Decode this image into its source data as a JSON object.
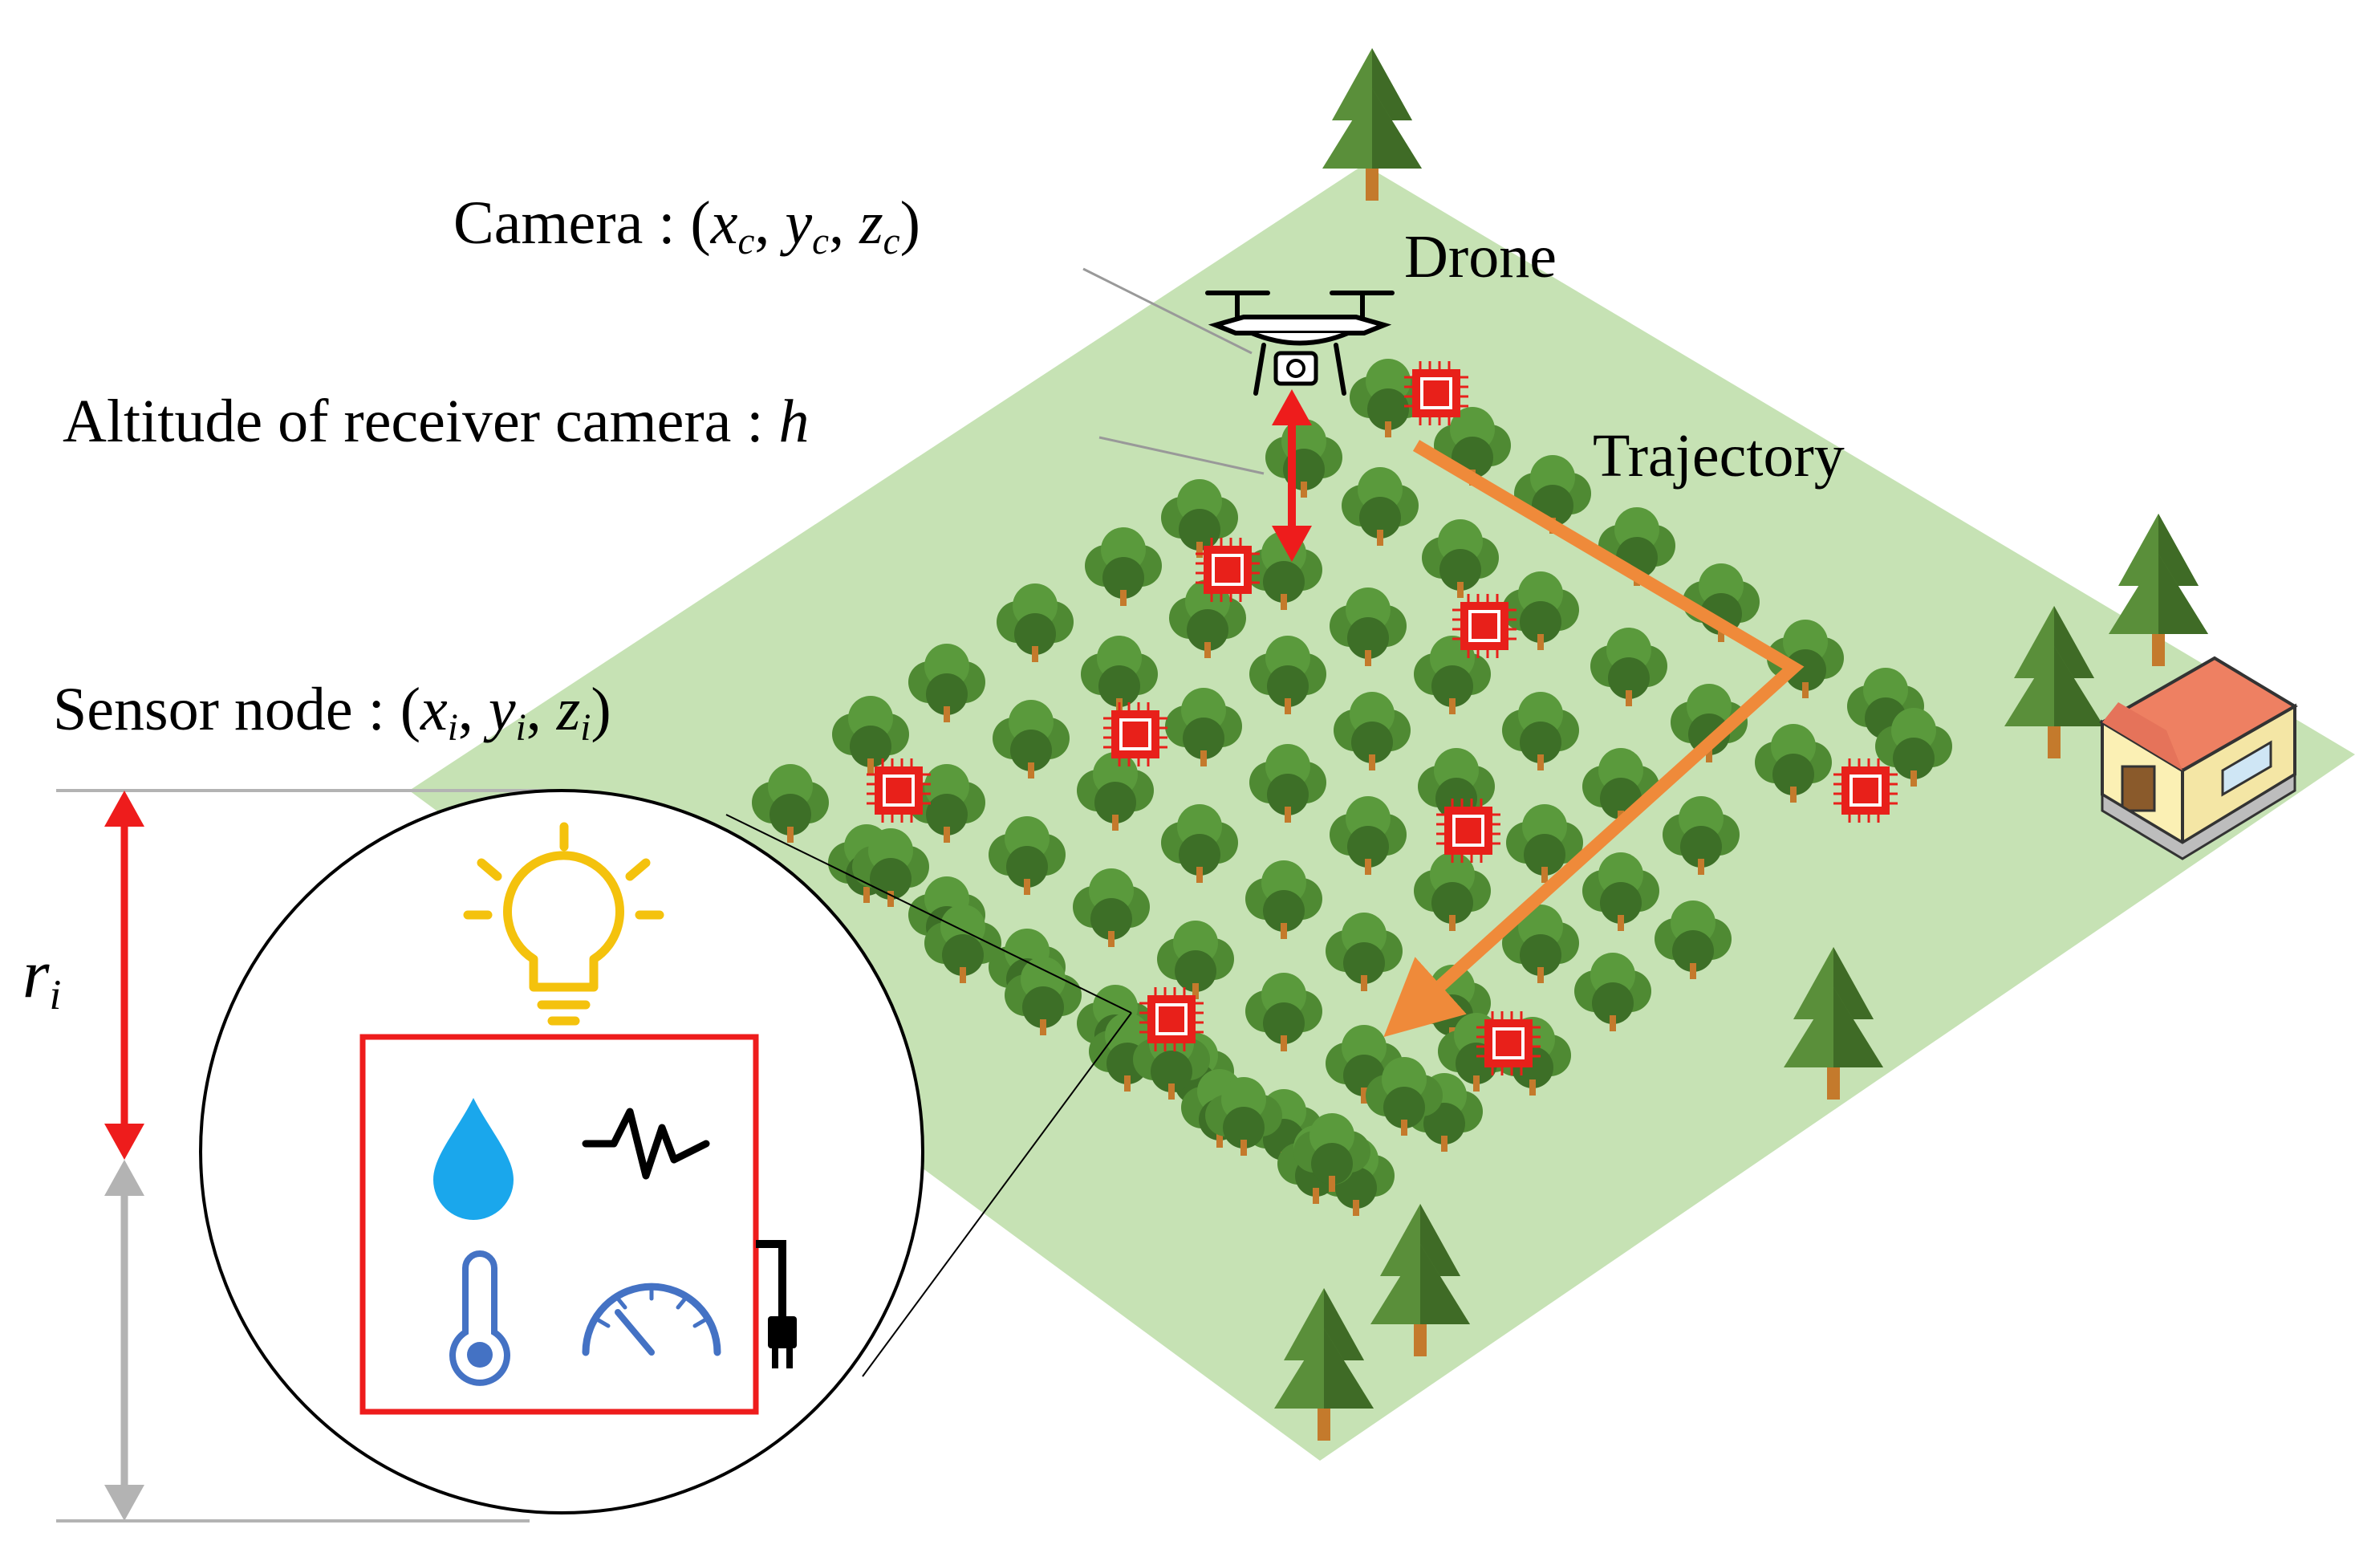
{
  "labels": {
    "camera_prefix": "Camera : (",
    "camera_vars": [
      "x",
      "c",
      "y",
      "c",
      "z",
      "c"
    ],
    "drone": "Drone",
    "altitude_prefix": "Altitude of receiver camera : ",
    "altitude_var": "h",
    "trajectory": "Trajectory",
    "sensor_prefix": "Sensor node : (",
    "sensor_vars": [
      "x",
      "i",
      "y",
      "i",
      "z",
      "i"
    ],
    "range_var": "r",
    "range_sub": "i"
  },
  "colors": {
    "field": "#c6e2b4",
    "tree": "#4f8a33",
    "tree_dark": "#3d6f27",
    "conifer_light": "#5a8f3a",
    "conifer_dark": "#3f6b26",
    "trunk": "#c47a2c",
    "sensor_chip": "#e8201a",
    "trajectory": "#ef8a3a",
    "range_arrow": "#ee1c1c",
    "ground_arrow": "#b3b3b3",
    "bulb": "#f4c20d",
    "drop": "#1aa7ec",
    "thermometer": "#4472c4",
    "gauge": "#4472c4"
  },
  "icons": [
    "drone-icon",
    "camera-icon",
    "lightbulb-icon",
    "water-drop-icon",
    "pulse-icon",
    "thermometer-icon",
    "gauge-icon",
    "power-plug-icon",
    "house-icon",
    "sensor-chip-icon"
  ]
}
